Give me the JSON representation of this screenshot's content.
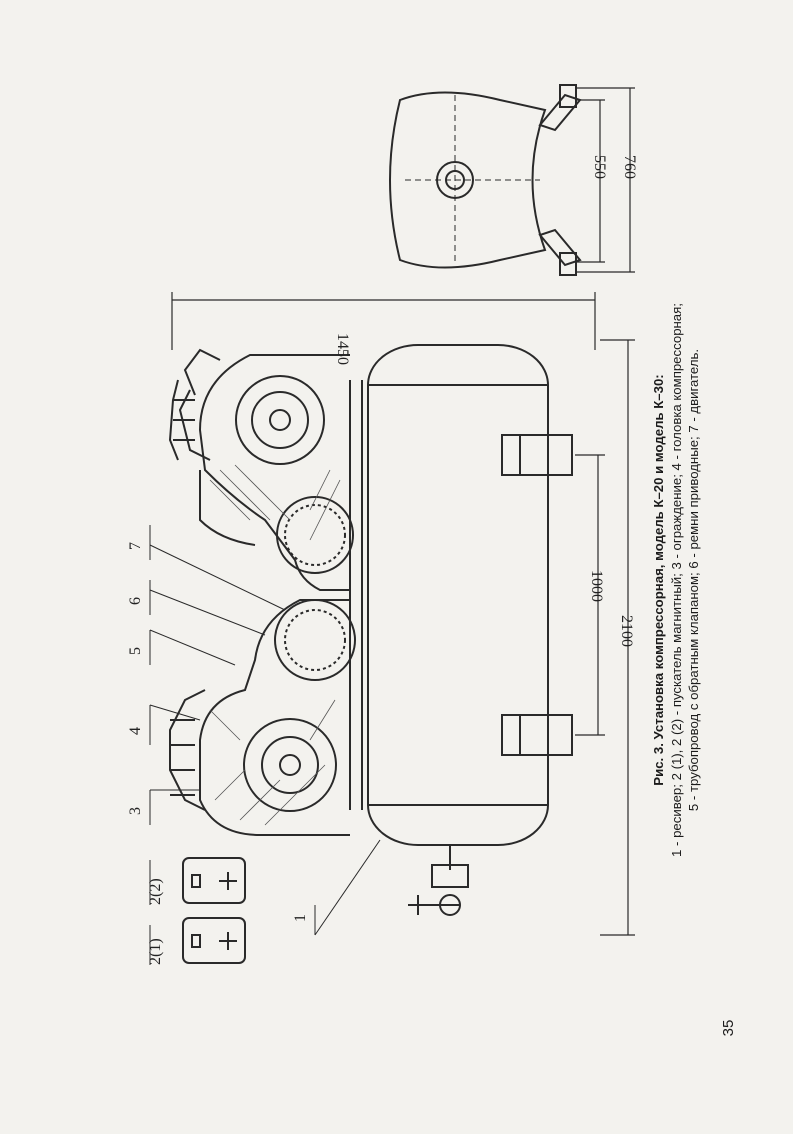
{
  "figure": {
    "caption_title": "Рис. 3. Установка компрессорная, модель К–20 и модель К–30:",
    "caption_line1": "1 - ресивер; 2 (1), 2 (2) - пускатель магнитный; 3 - ограждение; 4 - головка компрессорная;",
    "caption_line2": "5 - трубопровод с обратным клапаном; 6 - ремни приводные; 7 - двигатель."
  },
  "page_number": "35",
  "callouts": {
    "c1": "1",
    "c2_1": "2(1)",
    "c2_2": "2(2)",
    "c3": "3",
    "c4": "4",
    "c5": "5",
    "c6": "6",
    "c7": "7"
  },
  "dimensions": {
    "height": "1450",
    "length": "2100",
    "support_spacing": "1000",
    "foot_inner": "550",
    "foot_outer": "760"
  }
}
